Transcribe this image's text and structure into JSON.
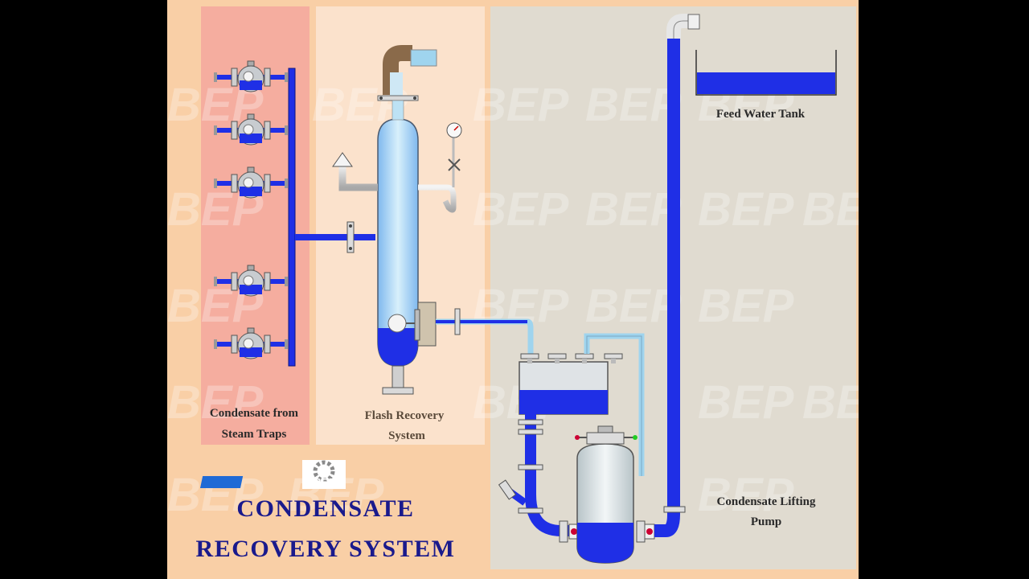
{
  "labels": {
    "condensate_from": "Condensate from",
    "steam_traps": "Steam Traps",
    "flash_recovery": "Flash Recovery",
    "system": "System",
    "feed_water_tank": "Feed Water Tank",
    "condensate_lifting": "Condensate Lifting",
    "pump": "Pump"
  },
  "title": {
    "line1": "CONDENSATE",
    "line2": "RECOVERY SYSTEM"
  },
  "logo": {
    "text": "BEP"
  },
  "watermark": {
    "text": "BEP"
  },
  "colors": {
    "background": "#f9cfa6",
    "steam_trap_panel": "#f4a79e",
    "flash_panel": "#fbe3d0",
    "pump_panel": "#e0dbd0",
    "water": "#1f2fe6",
    "light_water": "#9fd4ee",
    "pipe_gray": "#d9d9d9",
    "title": "#1a1a8c"
  }
}
